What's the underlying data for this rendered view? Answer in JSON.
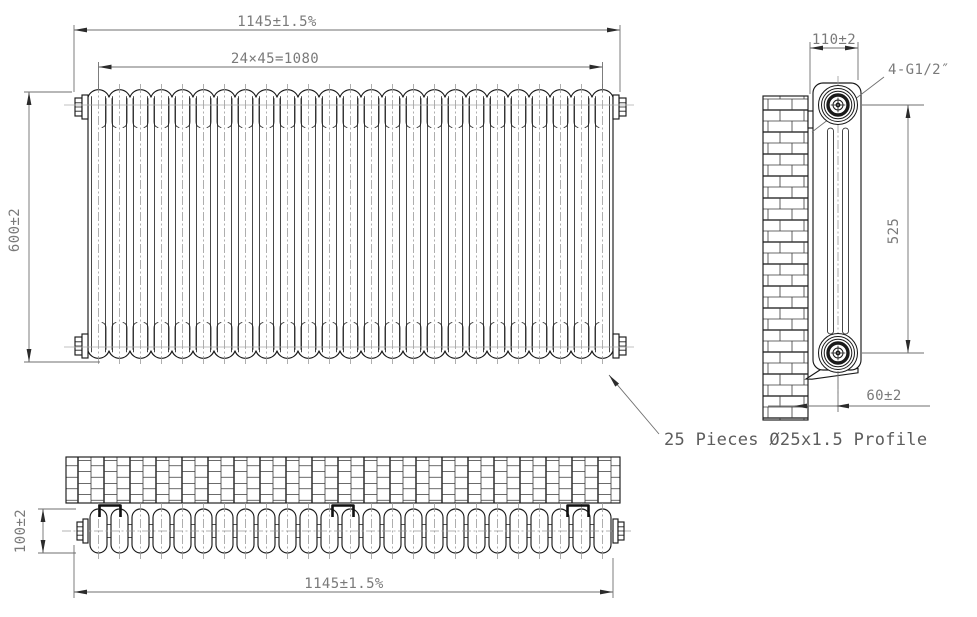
{
  "drawing": {
    "front_view": {
      "sections": 25,
      "dim_overall_width": "1145±1.5%",
      "dim_section_spacing": "24×45=1080",
      "dim_height": "600±2"
    },
    "side_view": {
      "dim_depth": "110±2",
      "label_connections": "4-G1/2″",
      "dim_port_center_distance": "525",
      "dim_wall_to_center": "60±2"
    },
    "plan_view": {
      "sections": 25,
      "brackets": 3,
      "dim_depth": "100±2",
      "dim_overall_width": "1145±1.5%"
    },
    "note": {
      "profile": "25 Pieces Ø25x1.5 Profile"
    }
  }
}
